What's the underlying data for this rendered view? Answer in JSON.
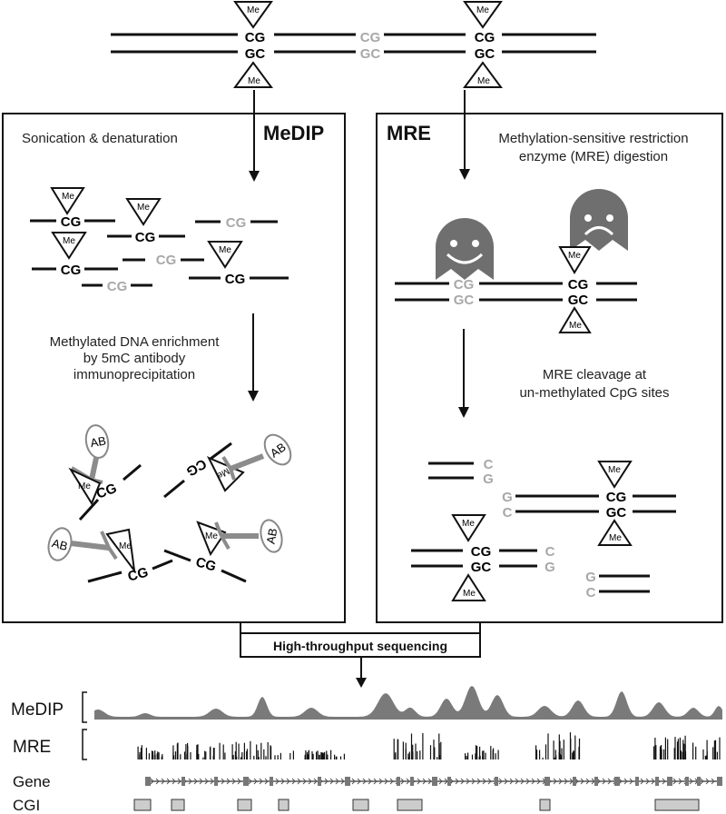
{
  "labels": {
    "cg": "CG",
    "gc": "GC",
    "c": "C",
    "g": "G",
    "me": "Me",
    "ab": "AB"
  },
  "medip": {
    "title": "MeDIP",
    "step1": "Sonication & denaturation",
    "step2_lines": [
      "Methylated DNA enrichment",
      "by 5mC antibody",
      "immunoprecipitation"
    ]
  },
  "mre": {
    "title": "MRE",
    "step1_lines": [
      "Methylation-sensitive restriction",
      "enzyme (MRE) digestion"
    ],
    "step2_lines": [
      "MRE cleavage at",
      "un-methylated CpG sites"
    ]
  },
  "sequencing_label": "High-throughput sequencing",
  "tracks": {
    "medip": "MeDIP",
    "mre": "MRE",
    "gene": "Gene",
    "cgi": "CGI"
  },
  "colors": {
    "black": "#111111",
    "gray_text": "#a8a8a8",
    "gray_fill": "#7a7a7a",
    "ab_gray": "#8c8c8c",
    "cgi_fill": "#cccccc",
    "enzyme": "#6f6f6f"
  },
  "icons": [
    "methyl-group-icon",
    "antibody-icon",
    "happy-enzyme-icon",
    "sad-enzyme-icon"
  ]
}
